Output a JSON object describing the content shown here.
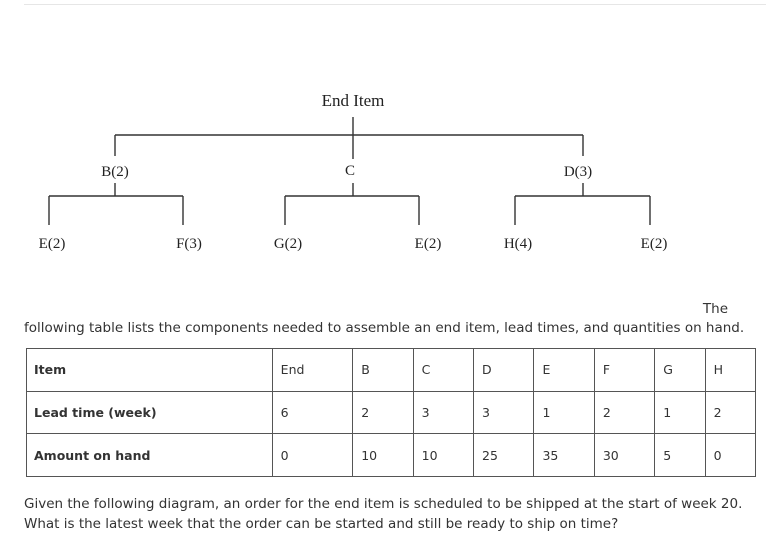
{
  "diagram": {
    "root": "End Item",
    "level1": {
      "b": "B(2)",
      "c": "C",
      "d": "D(3)"
    },
    "level2": {
      "b_left": "E(2)",
      "b_right": "F(3)",
      "c_left": "G(2)",
      "c_right": "E(2)",
      "d_left": "H(4)",
      "d_right": "E(2)"
    }
  },
  "intro": {
    "lead": "The",
    "text": "following table lists the components needed to assemble an end item, lead times, and quantities on hand."
  },
  "table": {
    "columns": [
      "Item",
      "End",
      "B",
      "C",
      "D",
      "E",
      "F",
      "G",
      "H"
    ],
    "rows": [
      {
        "label": "Lead time (week)",
        "values": [
          "6",
          "2",
          "3",
          "3",
          "1",
          "2",
          "1",
          "2"
        ]
      },
      {
        "label": "Amount on hand",
        "values": [
          "0",
          "10",
          "10",
          "25",
          "35",
          "30",
          "5",
          "0"
        ]
      }
    ]
  },
  "question": {
    "line1": "Given the following diagram,  an order for the end item is scheduled to be shipped at the start of week 20.",
    "line2": "What is the latest week that the order can be started and still be ready to ship on time?"
  }
}
